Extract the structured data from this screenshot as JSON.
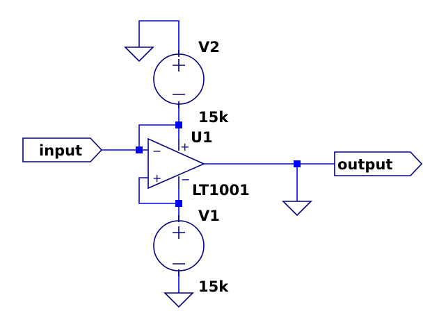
{
  "components": {
    "v2": {
      "name": "V2",
      "value": "15k"
    },
    "v1": {
      "name": "V1",
      "value": "15k"
    },
    "u1": {
      "name": "U1",
      "part": "LT1001"
    }
  },
  "net_labels": {
    "input": "input",
    "output": "output"
  },
  "pins": {
    "plus": "+",
    "minus": "−"
  },
  "colors": {
    "wire": "#0000ff",
    "symbol": "#000080",
    "text": "#000000",
    "background": "#ffffff"
  }
}
